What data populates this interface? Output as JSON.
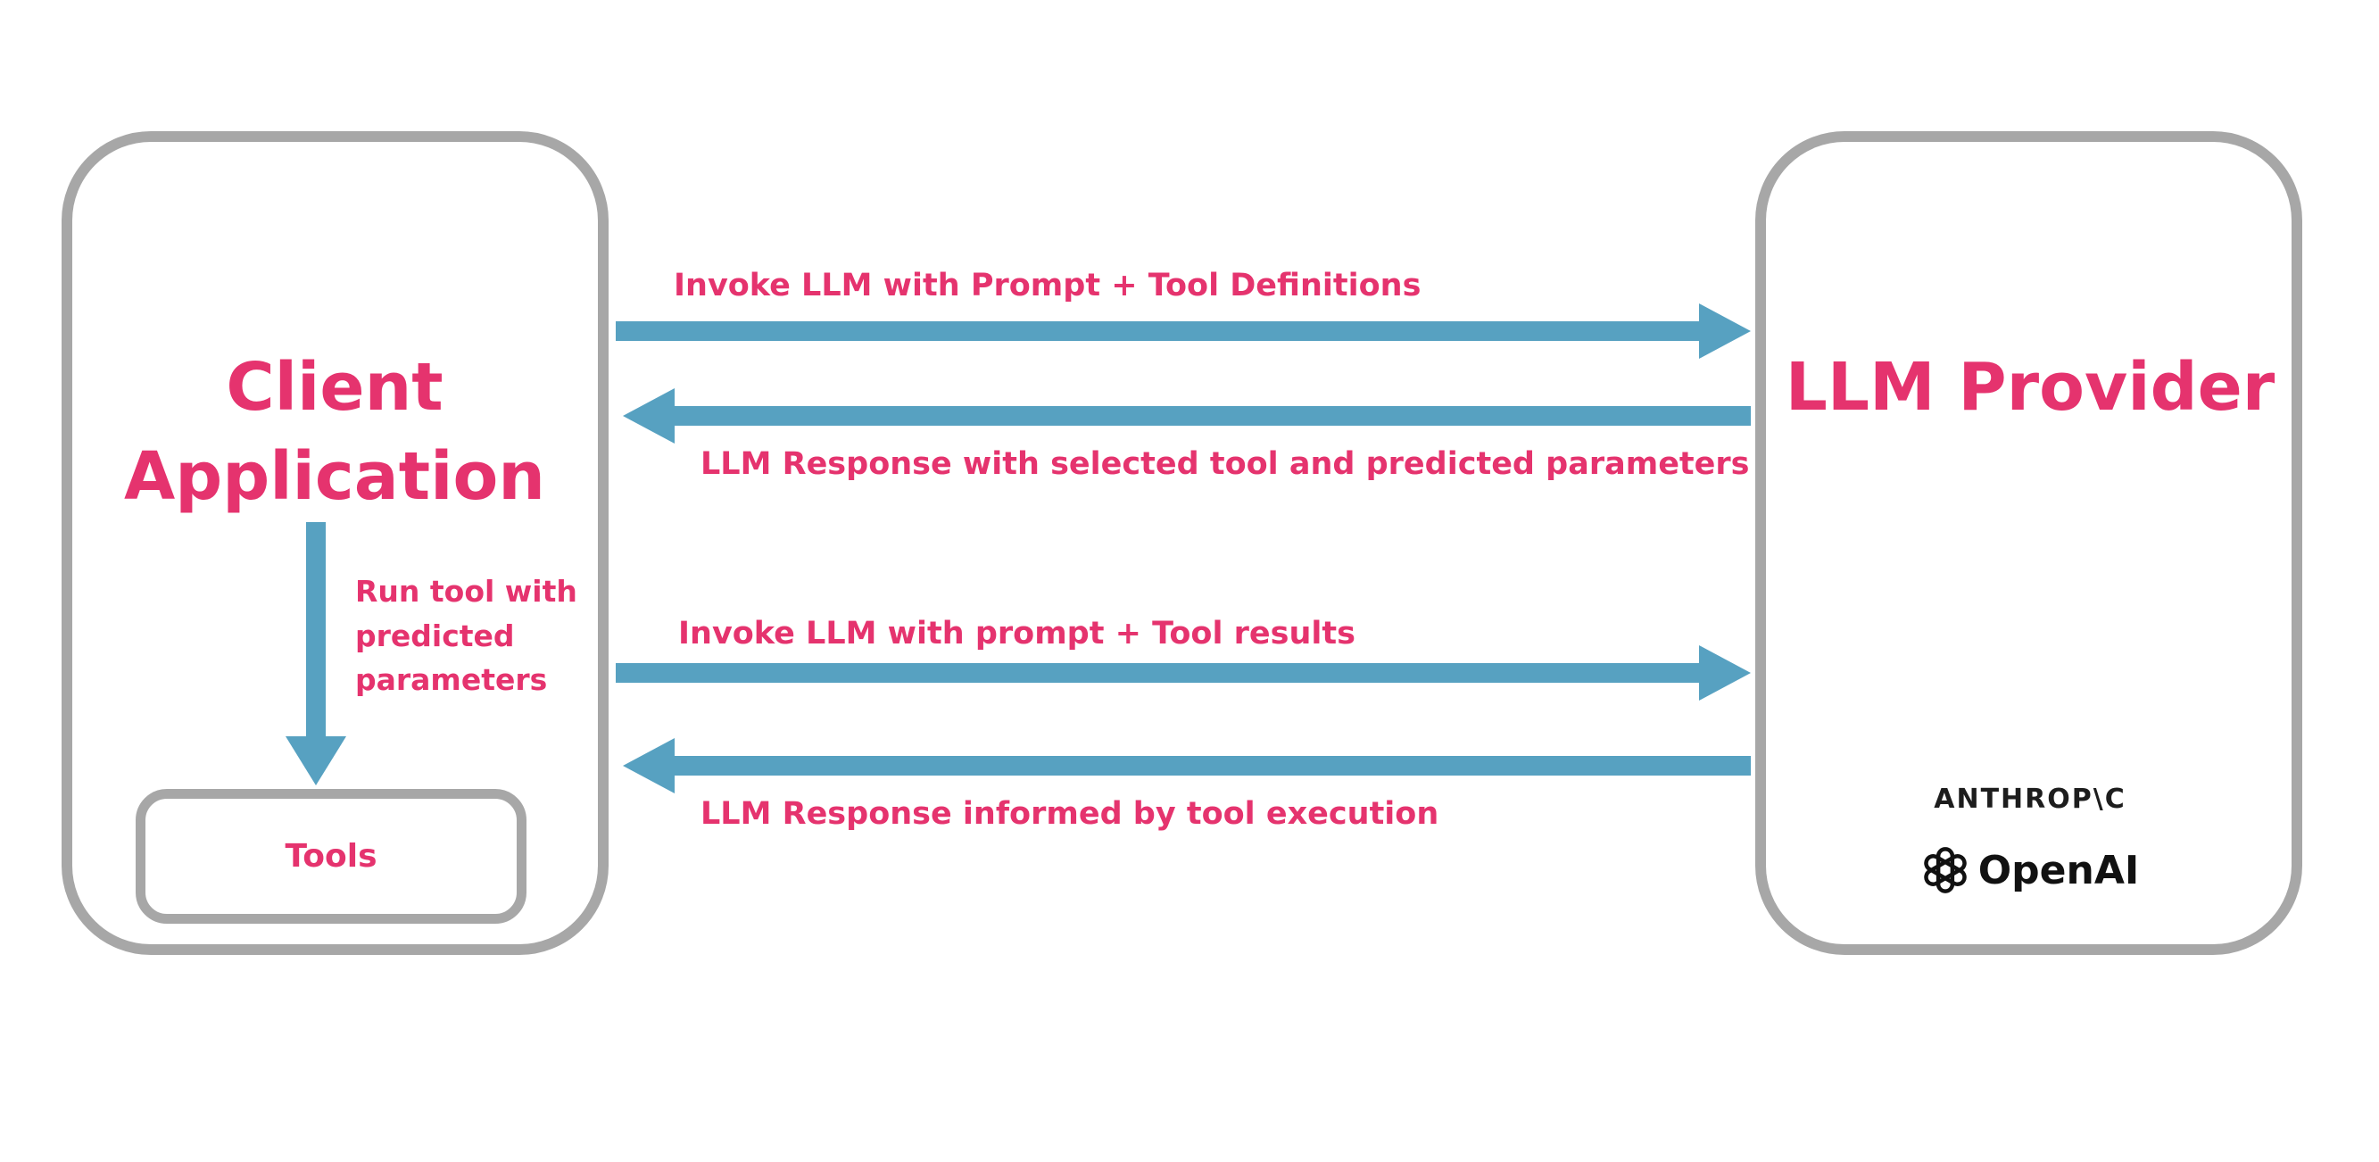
{
  "colors": {
    "pink": "#e5336e",
    "blue": "#57a1c1",
    "border-gray": "#a7a7a7",
    "ink": "#1d1d1d"
  },
  "client_box": {
    "title": "Client Application",
    "tools_label": "Tools",
    "run_tool_note": "Run tool with predicted parameters"
  },
  "provider_box": {
    "title": "LLM Provider",
    "logos": {
      "anthropic": "ANTHROP\\C",
      "openai": "OpenAI"
    }
  },
  "arrows": [
    {
      "direction": "right",
      "label": "Invoke LLM with Prompt + Tool Definitions"
    },
    {
      "direction": "left",
      "label": "LLM Response with selected tool and predicted parameters"
    },
    {
      "direction": "right",
      "label": "Invoke LLM with prompt + Tool results"
    },
    {
      "direction": "left",
      "label": "LLM Response informed by tool execution"
    }
  ]
}
